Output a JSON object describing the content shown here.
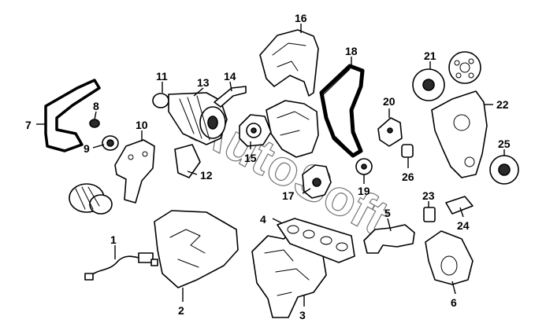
{
  "callouts": {
    "c1": "1",
    "c2": "2",
    "c3": "3",
    "c4": "4",
    "c5": "5",
    "c6": "6",
    "c7": "7",
    "c8": "8",
    "c9": "9",
    "c10": "10",
    "c11": "11",
    "c12": "12",
    "c13": "13",
    "c14": "14",
    "c15": "15",
    "c16": "16",
    "c17": "17",
    "c18": "18",
    "c19": "19",
    "c20": "20",
    "c21": "21",
    "c22": "22",
    "c23": "23",
    "c24": "24",
    "c25": "25",
    "c26": "26"
  },
  "watermark": "AutoSoft"
}
